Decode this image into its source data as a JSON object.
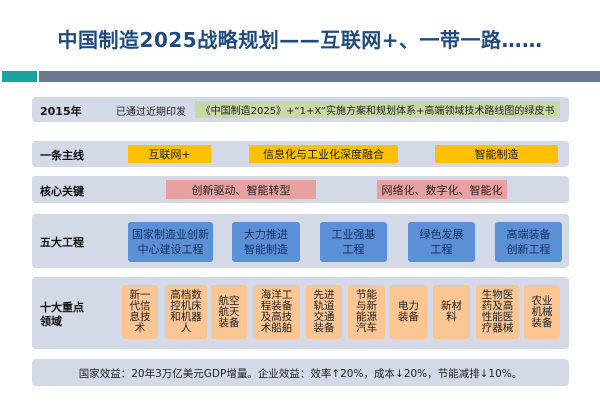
{
  "title": "中国制造2025战略规划——互联网+、一带一路……",
  "row2015": {
    "label": "2015年",
    "status": "已通过近期印发",
    "content": "《中国制造2025》+“1+X”实施方案和规划体系+高端领域技术路线图的绿皮书"
  },
  "mainline": {
    "label": "一条主线",
    "items": [
      "互联网+",
      "信息化与工业化深度融合",
      "智能制造"
    ]
  },
  "key": {
    "label": "核心关键",
    "items": [
      "创新驱动、智能转型",
      "网络化、数字化、智能化"
    ]
  },
  "projects": {
    "label": "五大工程",
    "items": [
      "国家制造业创新中心建设工程",
      "大力推进智能制造",
      "工业强基工程",
      "绿色发展工程",
      "高端装备创新工程"
    ]
  },
  "fields": {
    "label": "十大重点领域",
    "items": [
      "新一代信息技术",
      "高档数控机床和机器人",
      "航空航天装备",
      "海洋工程装备及高技术船舶",
      "先进轨道交通装备",
      "节能与新能源汽车",
      "电力装备",
      "新材料",
      "生物医药及高性能医疗器械",
      "农业机械装备"
    ]
  },
  "benefit": "国家效益：20年3万亿美元GDP增量。企业效益：效率↑20%，成本↓20%，节能减排↓10%。",
  "colors": {
    "title": "#1f4a7a",
    "teal": "#1aa3a3",
    "bar": "#6b7a8f",
    "panel": "#d3d9e6",
    "yellow": "#ffc000",
    "pink": "#e9a0a0",
    "blue": "#5b8fd6",
    "orange": "#fbc594"
  }
}
